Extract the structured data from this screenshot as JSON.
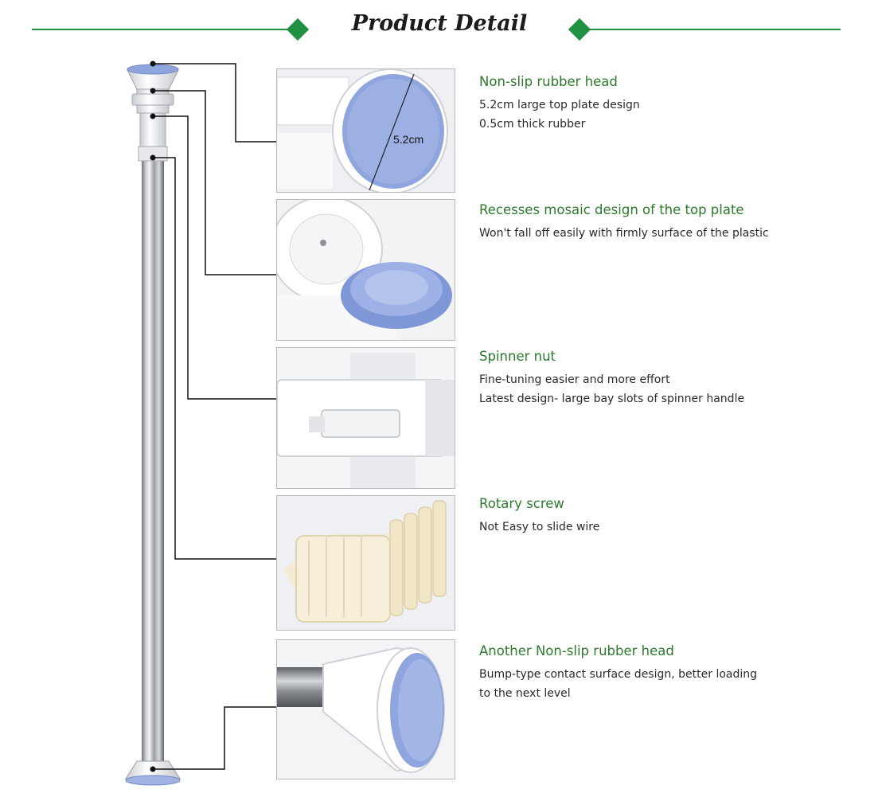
{
  "header": {
    "title": "Product Detail",
    "accent_color": "#1f9140"
  },
  "colors": {
    "feature_title": "#2c7a2c",
    "leader_line": "#111111",
    "rubber_blue": "#8fa5dd"
  },
  "features": [
    {
      "title": "Non-slip rubber head",
      "lines": [
        "5.2cm large top plate design",
        "0.5cm thick rubber"
      ],
      "photo_icon": "rubber-head-top-photo",
      "photo_label": "5.2cm"
    },
    {
      "title": "Recesses mosaic design of the top plate",
      "lines": [
        "Won't fall off easily with firmly surface of the plastic"
      ],
      "photo_icon": "top-plate-recess-photo"
    },
    {
      "title": "Spinner nut",
      "lines": [
        "Fine-tuning easier and more effort",
        "Latest design- large bay slots of spinner handle"
      ],
      "photo_icon": "spinner-nut-photo"
    },
    {
      "title": "Rotary screw",
      "lines": [
        "Not Easy to slide wire"
      ],
      "photo_icon": "rotary-screw-photo"
    },
    {
      "title": "Another Non-slip rubber head",
      "lines": [
        "Bump-type contact surface design, better loading",
        "to the next level"
      ],
      "photo_icon": "rubber-head-bottom-photo"
    }
  ],
  "product_illustration": "tension-rod-icon"
}
